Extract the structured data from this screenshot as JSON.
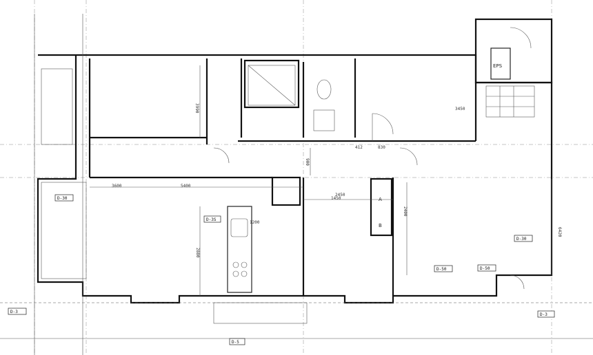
{
  "tags": {
    "t1": "D-30",
    "t2": "D-3S",
    "t3": "D-30",
    "t4": "D-50",
    "t5": "D-50",
    "t6": "D-3",
    "t7": "D-5",
    "t8": "D-3"
  },
  "dims": {
    "d1": "3990",
    "d2": "3600",
    "d3": "5400",
    "d4": "2880",
    "d5": "1200",
    "d6": "2400",
    "d7": "900",
    "d8": "6420",
    "d9": "3450",
    "d10": "2450",
    "d11": "412",
    "d12": "830",
    "d13": "1450"
  },
  "marks": {
    "m1": "EPS",
    "m2": "A",
    "m3": "B"
  }
}
